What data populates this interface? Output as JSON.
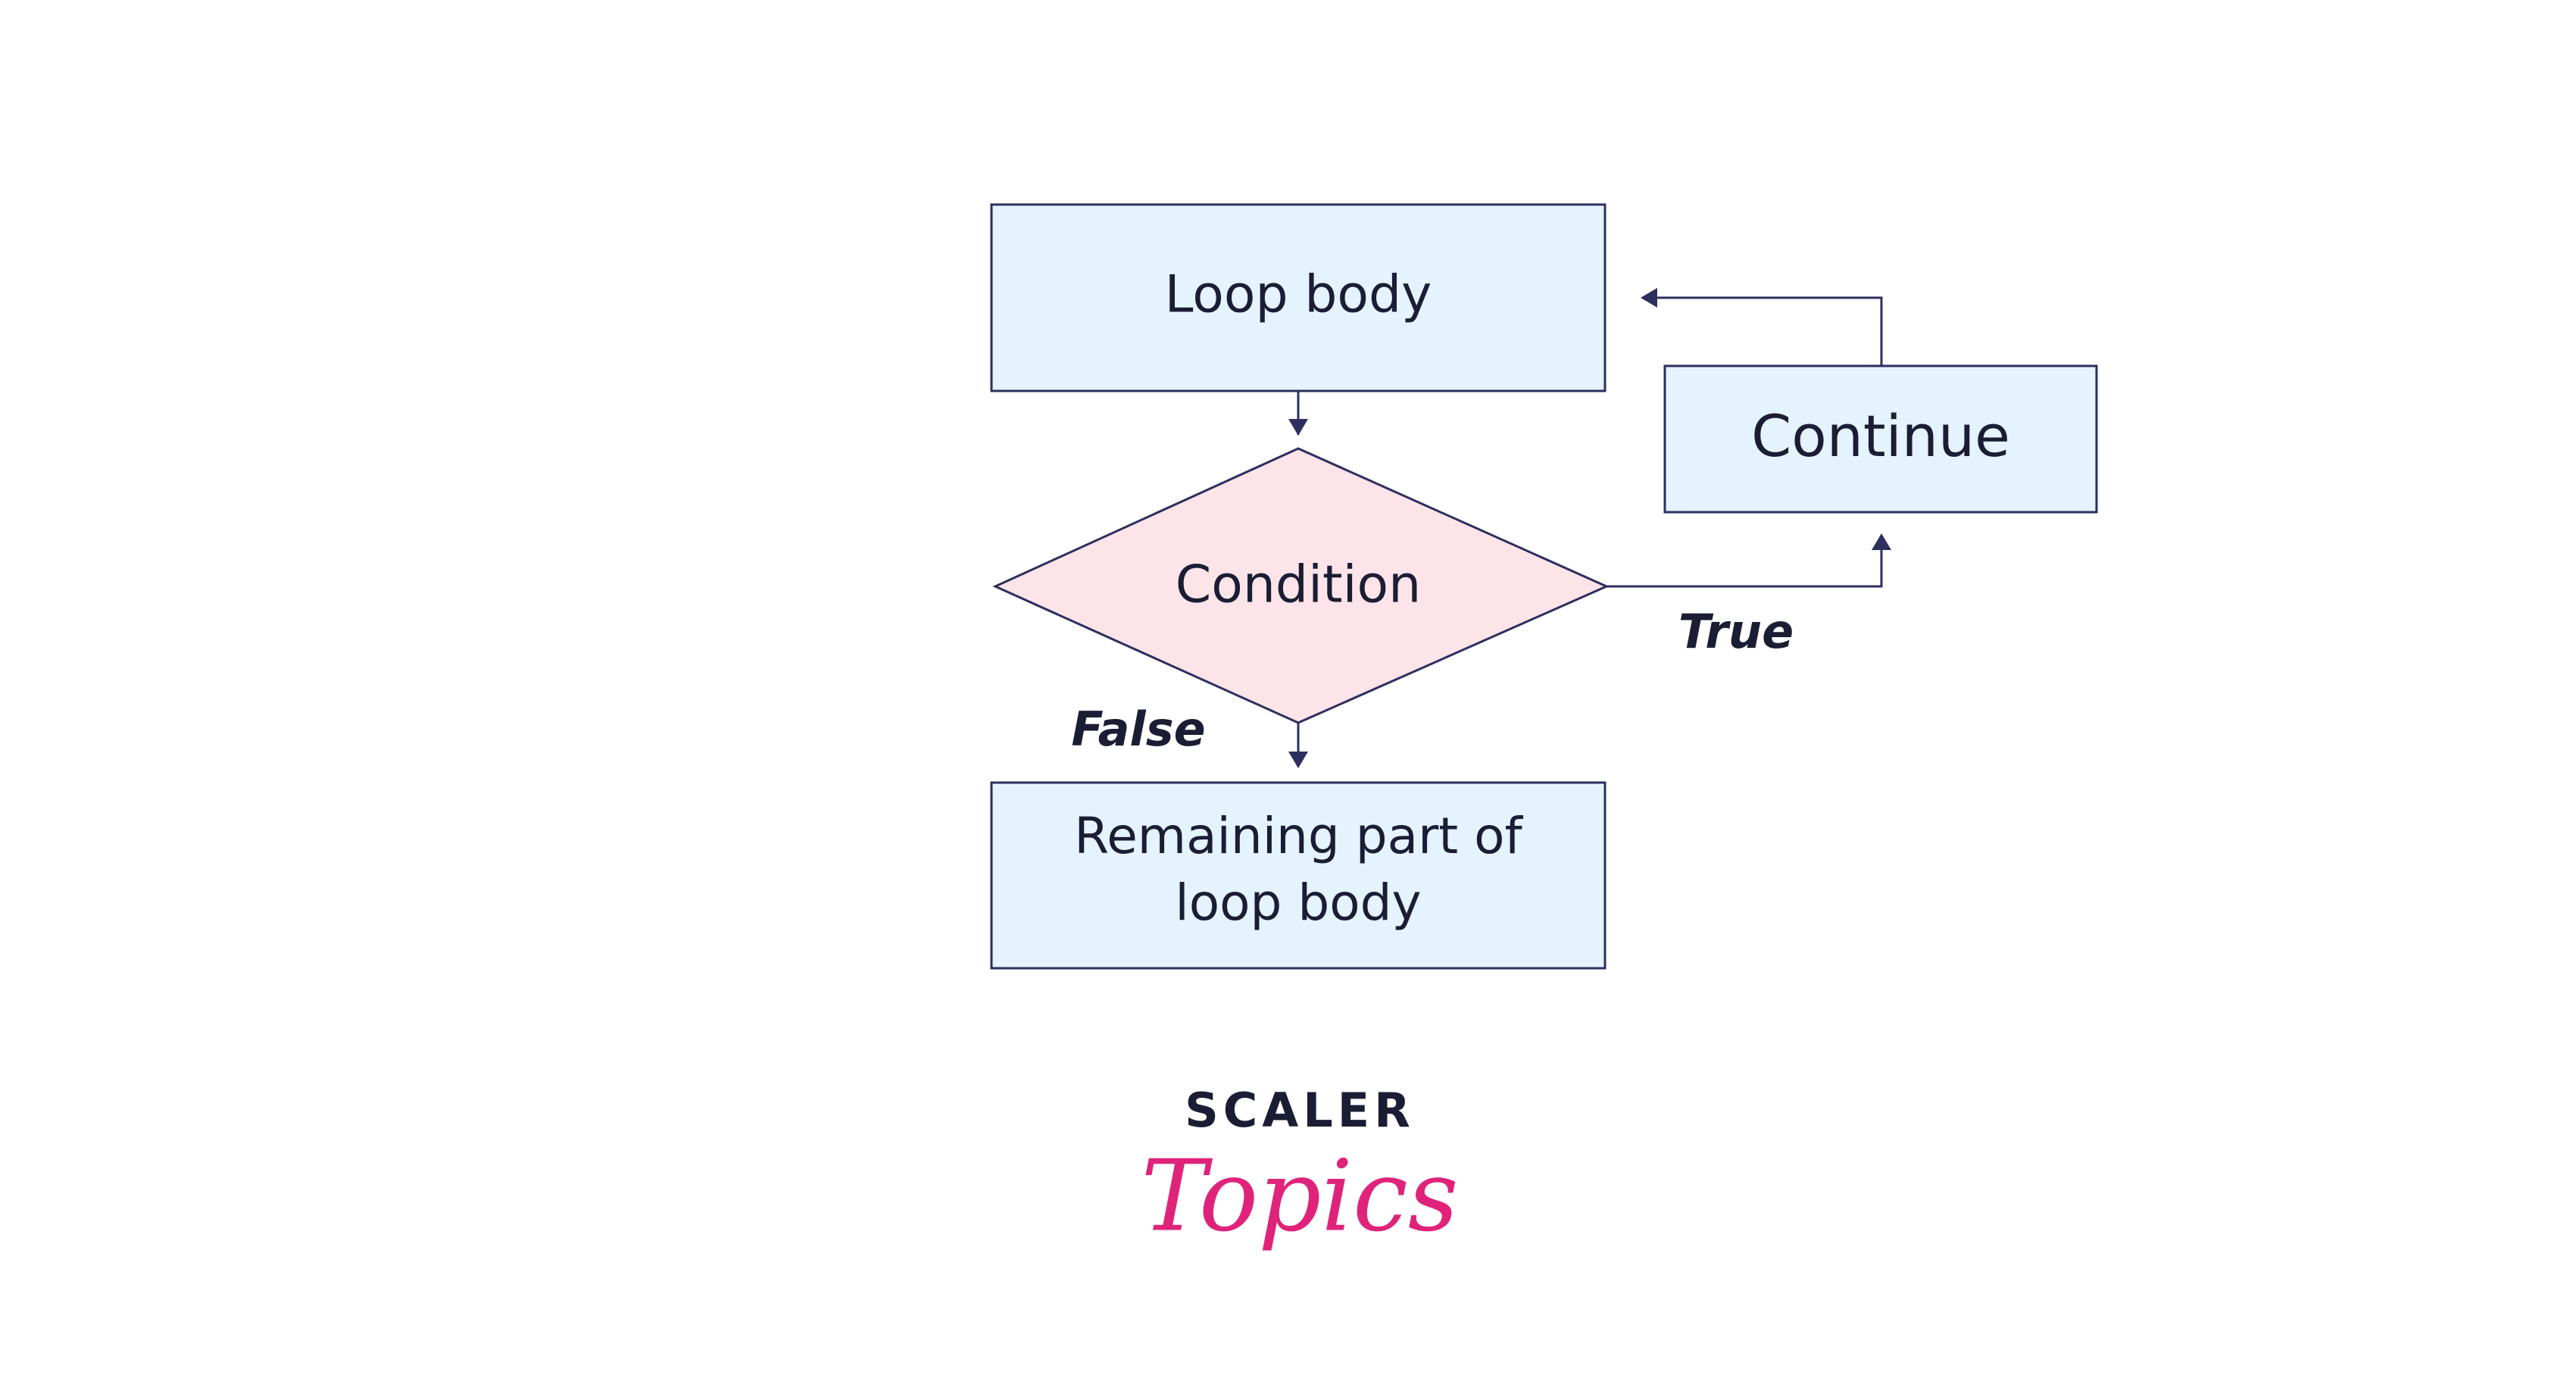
{
  "nodes": {
    "loop_body": {
      "label": "Loop body"
    },
    "condition": {
      "label": "Condition"
    },
    "continue": {
      "label": "Continue"
    },
    "remaining": {
      "line1": "Remaining part of",
      "line2": "loop body"
    }
  },
  "edges": {
    "true_label": "True",
    "false_label": "False"
  },
  "brand": {
    "top": "SCALER",
    "bottom": "Topics"
  },
  "colors": {
    "box_fill": "#e5f3fe",
    "diamond_fill": "#fde4e8",
    "stroke": "#2d2f5e",
    "text": "#1a1d33",
    "brand_accent": "#e0237a"
  }
}
